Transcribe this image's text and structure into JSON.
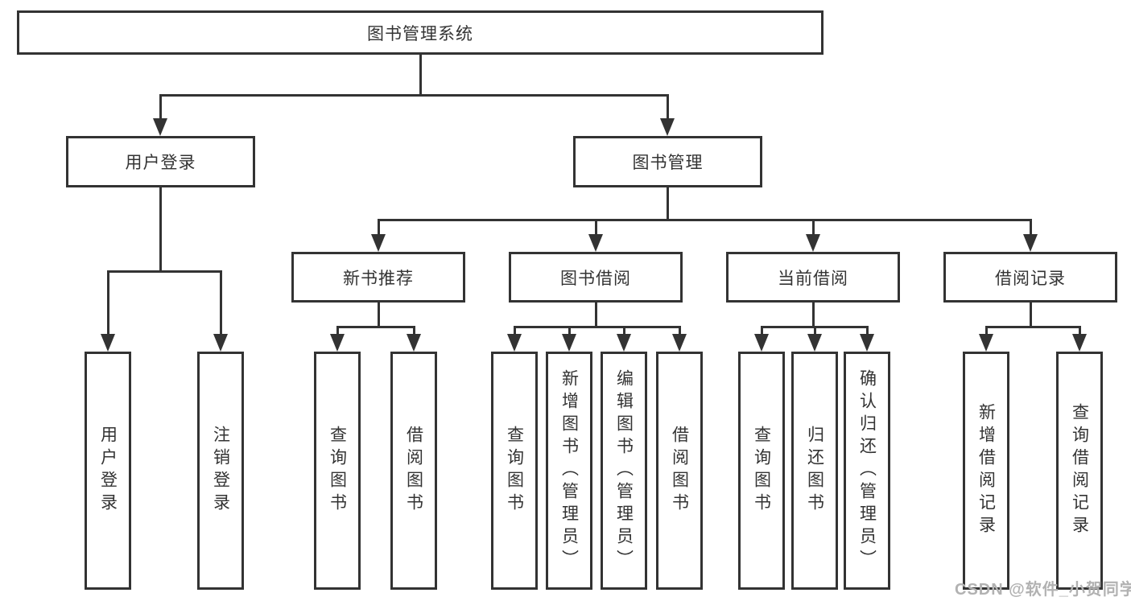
{
  "colors": {
    "line": "#333333",
    "text": "#333333",
    "watermark": "#b2b2b2",
    "bg": "#ffffff"
  },
  "tree": {
    "root": "图书管理系统",
    "user_login": "用户登录",
    "book_mgmt": "图书管理",
    "new_book": "新书推荐",
    "book_borrow": "图书借阅",
    "current_borrow": "当前借阅",
    "borrow_record": "借阅记录",
    "leaves": {
      "user_login": [
        "用户登录",
        "注销登录"
      ],
      "new_book": [
        "查询图书",
        "借阅图书"
      ],
      "book_borrow": [
        "查询图书",
        "新增图书（管理员）",
        "编辑图书（管理员）",
        "借阅图书"
      ],
      "current_borrow": [
        "查询图书",
        "归还图书",
        "确认归还（管理员）"
      ],
      "borrow_record": [
        "新增借阅记录",
        "查询借阅记录"
      ]
    }
  },
  "watermark": {
    "text": "CSDN @软件_小贺同学"
  }
}
